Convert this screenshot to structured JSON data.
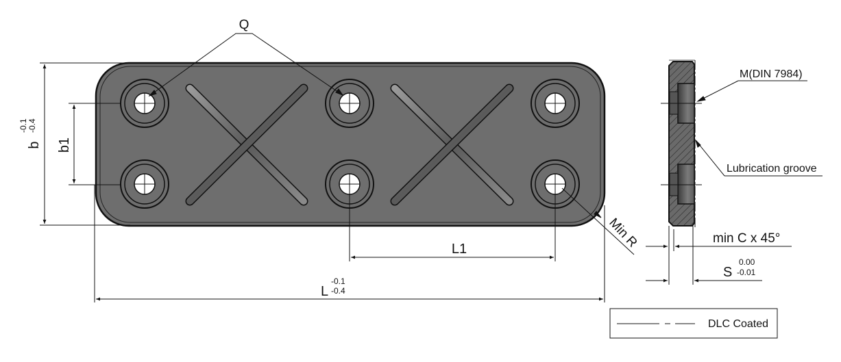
{
  "drawing": {
    "colors": {
      "plate_fill": "#6f6f6f",
      "outline": "#111111",
      "hole": "#ffffff",
      "hatch": "#333333",
      "background": "#ffffff"
    },
    "front_view": {
      "holes": 6,
      "grooves": 2,
      "labels": {
        "q": "Q",
        "min_r": "Min R"
      }
    },
    "dimensions": {
      "b": {
        "symbol": "b",
        "upper_tol": "-0.1",
        "lower_tol": "-0.4"
      },
      "b1": {
        "symbol": "b1"
      },
      "L": {
        "symbol": "L",
        "upper_tol": "-0.1",
        "lower_tol": "-0.4"
      },
      "L1": {
        "symbol": "L1"
      },
      "S": {
        "symbol": "S",
        "upper_tol": "0.00",
        "lower_tol": "-0.01"
      },
      "chamfer": "min C x 45°"
    },
    "side_view": {
      "callouts": {
        "screw": "M(DIN 7984)",
        "groove": "Lubrication groove"
      }
    },
    "legend": {
      "line_style": "dash-dot",
      "label": "DLC Coated"
    }
  }
}
